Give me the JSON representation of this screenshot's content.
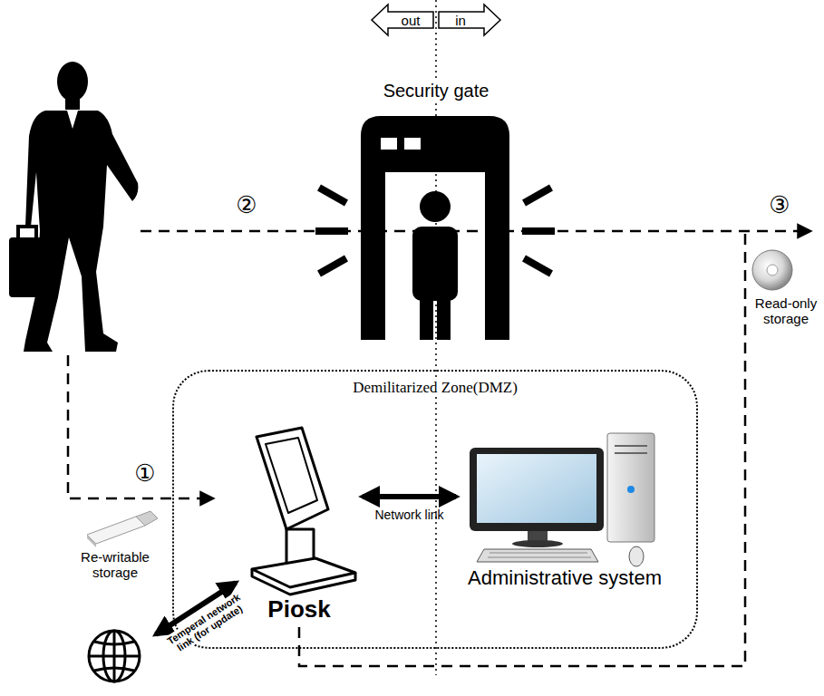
{
  "diagram": {
    "nodes": [
      {
        "text": [
          "Security gate"
        ]
      },
      {
        "text": [
          "Read-only storage"
        ]
      },
      {
        "text": [
          "Demilitarized Zone(DMZ)"
        ]
      },
      {
        "text": [
          "Piosk"
        ],
        "in": 2
      },
      {
        "text": [
          "Administrative system"
        ],
        "in": 2
      },
      {
        "text": [
          "Re-writable storage"
        ]
      }
    ],
    "edges": [
      {
        "from": 3,
        "to": 4,
        "label": "Network link",
        "arrow": "both"
      }
    ],
    "labels": [
      "out",
      "in",
      "①",
      "②",
      "③",
      "Temperal network link (for update)"
    ]
  }
}
